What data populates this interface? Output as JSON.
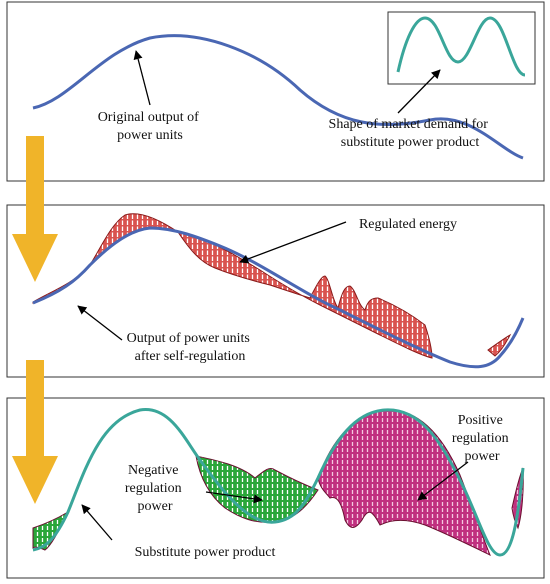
{
  "panel_top": {
    "curve_label": [
      "Original output of",
      "power units"
    ],
    "inset_label": [
      "Shape of market demand for",
      "substitute power product"
    ]
  },
  "panel_middle": {
    "energy_label": "Regulated energy",
    "curve_label": [
      "Output of power units",
      "after self-regulation"
    ]
  },
  "panel_bottom": {
    "negative_label": [
      "Negative",
      "regulation",
      "power"
    ],
    "positive_label": [
      "Positive",
      "regulation",
      "power"
    ],
    "curve_label": "Substitute power product"
  },
  "colors": {
    "original_curve": "#4a67b3",
    "demand_curve": "#3aa69a",
    "regulated_fill": "#d9534f",
    "negative_fill": "#2aa63a",
    "positive_fill": "#c0307f",
    "arrow": "#f0b429"
  }
}
